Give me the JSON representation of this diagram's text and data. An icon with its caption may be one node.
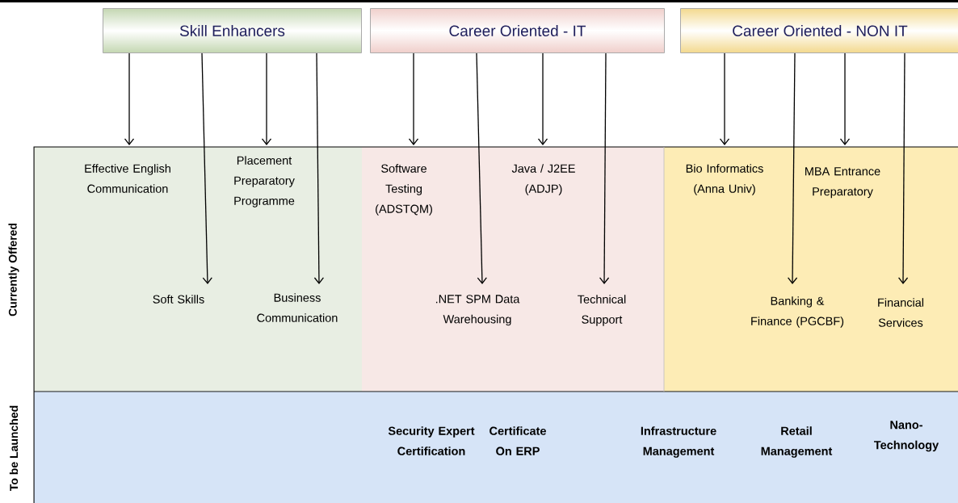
{
  "diagram": {
    "nodes": [
      {
        "text": [
          "Skill Enhancers"
        ]
      },
      {
        "text": [
          "Career Oriented - IT"
        ]
      },
      {
        "text": [
          "Career Oriented - NON IT"
        ]
      },
      {
        "text": [
          "Effective English Communication"
        ]
      },
      {
        "text": [
          "Placement Preparatory Programme"
        ]
      },
      {
        "text": [
          "Soft Skills"
        ]
      },
      {
        "text": [
          "Business Communication"
        ]
      },
      {
        "text": [
          "Software Testing (ADSTQM)"
        ]
      },
      {
        "text": [
          "Java / J2EE (ADJP)"
        ]
      },
      {
        "text": [
          ".NET SPM Data Warehousing"
        ]
      },
      {
        "text": [
          "Technical Support"
        ]
      },
      {
        "text": [
          "Bio Informatics (Anna Univ)"
        ]
      },
      {
        "text": [
          "MBA Entrance Preparatory"
        ]
      },
      {
        "text": [
          "Banking & Finance (PGCBF)"
        ]
      },
      {
        "text": [
          "Financial Services"
        ]
      }
    ],
    "edges": [
      {
        "from": 0,
        "to": 3,
        "arrow": "to"
      },
      {
        "from": 0,
        "to": 5,
        "arrow": "to"
      },
      {
        "from": 0,
        "to": 4,
        "arrow": "to"
      },
      {
        "from": 0,
        "to": 6,
        "arrow": "to"
      },
      {
        "from": 1,
        "to": 7,
        "arrow": "to"
      },
      {
        "from": 1,
        "to": 9,
        "arrow": "to"
      },
      {
        "from": 1,
        "to": 8,
        "arrow": "to"
      },
      {
        "from": 1,
        "to": 10,
        "arrow": "to"
      },
      {
        "from": 2,
        "to": 11,
        "arrow": "to"
      },
      {
        "from": 2,
        "to": 13,
        "arrow": "to"
      },
      {
        "from": 2,
        "to": 12,
        "arrow": "to"
      },
      {
        "from": 2,
        "to": 14,
        "arrow": "to"
      }
    ],
    "labels": [
      "Currently Offered",
      "To be Launched",
      "Security Expert Certification",
      "Certificate On ERP",
      "Infrastructure Management",
      "Retail Management",
      "Nano-Technology"
    ]
  }
}
